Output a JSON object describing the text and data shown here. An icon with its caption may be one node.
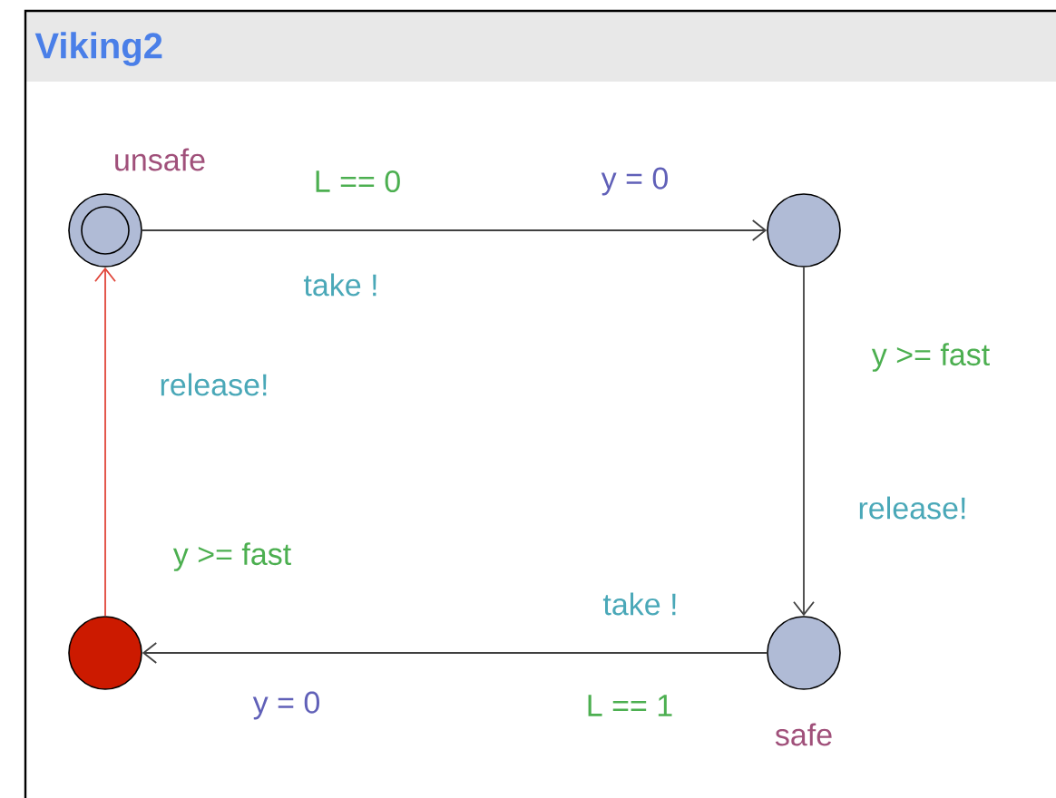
{
  "diagram": {
    "nodes": [
      {
        "text": [
          "Viking2"
        ]
      },
      {
        "text": [],
        "shape": "circle",
        "in": 0,
        "beside": [
          "unsafe"
        ]
      },
      {
        "text": [],
        "shape": "circle",
        "in": 0
      },
      {
        "text": [],
        "shape": "circle",
        "in": 0,
        "beside": [
          "safe"
        ]
      },
      {
        "text": [],
        "shape": "circle",
        "in": 0
      }
    ],
    "edges": [
      {
        "from": 1,
        "to": 2,
        "arrow": "to"
      },
      {
        "from": 2,
        "to": 3,
        "arrow": "to"
      },
      {
        "from": 3,
        "to": 4,
        "arrow": "to"
      },
      {
        "from": 4,
        "to": 1,
        "arrow": "to",
        "color": "#e0463a"
      }
    ],
    "labels": [
      "L == 0",
      "y = 0",
      "take !",
      "y >= fast",
      "release!",
      "release!",
      "y >= fast",
      "take !",
      "y = 0",
      "L == 1"
    ]
  }
}
